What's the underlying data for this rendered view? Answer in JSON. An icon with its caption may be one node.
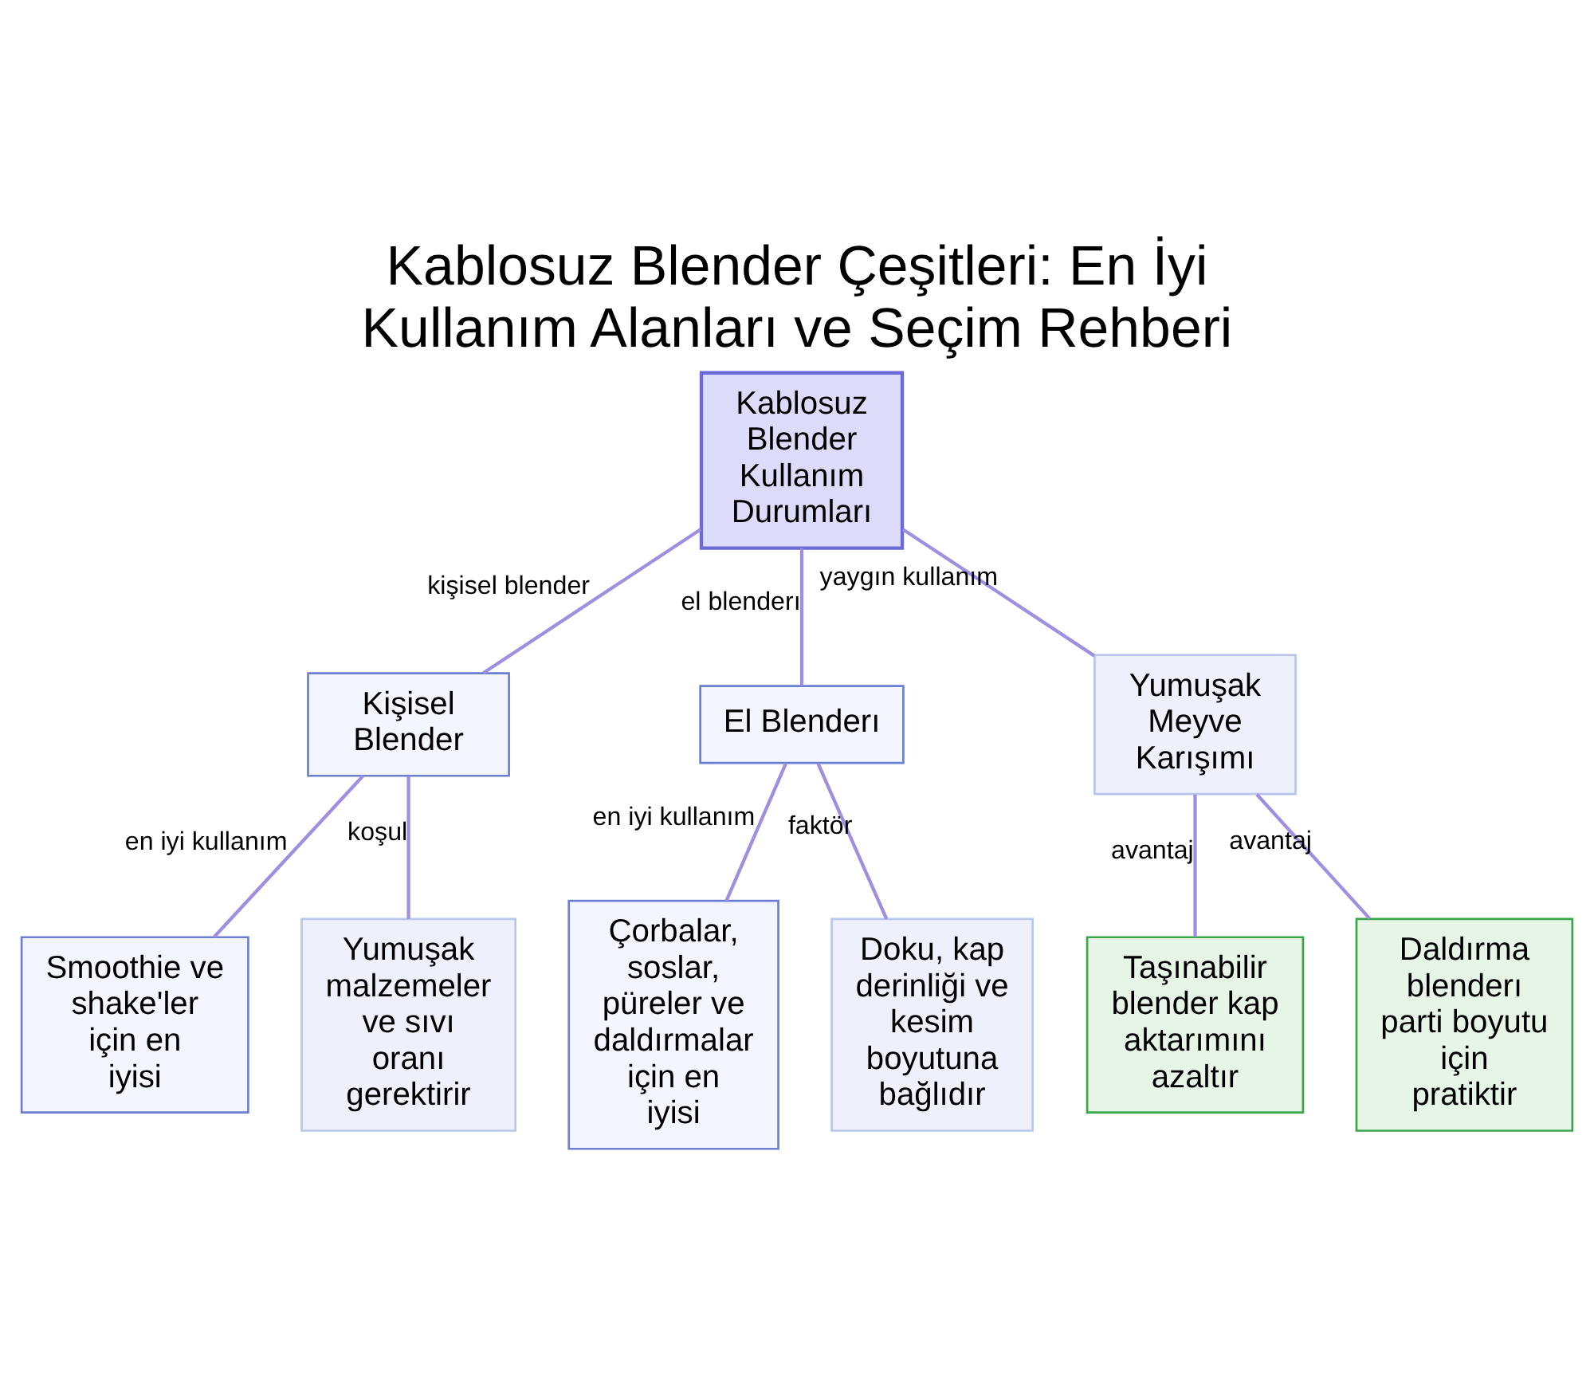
{
  "diagram": {
    "title": "Kablosuz Blender Çeşitleri: En İyi Kullanım Alanları ve Seçim Rehberi",
    "nodes": [
      {
        "text": [
          "Kablosuz Blender Kullanım Durumları"
        ]
      },
      {
        "text": [
          "Kişisel Blender"
        ]
      },
      {
        "text": [
          "El Blenderı"
        ]
      },
      {
        "text": [
          "Yumuşak Meyve Karışımı"
        ]
      },
      {
        "text": [
          "Smoothie ve shake'ler için en iyisi"
        ]
      },
      {
        "text": [
          "Yumuşak malzemeler ve sıvı oranı gerektirir"
        ]
      },
      {
        "text": [
          "Çorbalar, soslar, püreler ve daldırmalar için en iyisi"
        ]
      },
      {
        "text": [
          "Doku, kap derinliği ve kesim boyutuna bağlıdır"
        ]
      },
      {
        "text": [
          "Taşınabilir blender kap aktarımını azaltır"
        ]
      },
      {
        "text": [
          "Daldırma blenderı parti boyutu için pratiktir"
        ]
      }
    ],
    "edges": [
      {
        "from": 0,
        "to": 1,
        "arrow": "none",
        "label": "kişisel blender"
      },
      {
        "from": 0,
        "to": 2,
        "arrow": "none",
        "label": "el blenderı"
      },
      {
        "from": 0,
        "to": 3,
        "arrow": "none",
        "label": "yaygın kullanım"
      },
      {
        "from": 1,
        "to": 4,
        "arrow": "none",
        "label": "en iyi kullanım"
      },
      {
        "from": 1,
        "to": 5,
        "arrow": "none",
        "label": "koşul"
      },
      {
        "from": 2,
        "to": 6,
        "arrow": "none",
        "label": "en iyi kullanım"
      },
      {
        "from": 2,
        "to": 7,
        "arrow": "none",
        "label": "faktör"
      },
      {
        "from": 3,
        "to": 8,
        "arrow": "none",
        "label": "avantaj"
      },
      {
        "from": 3,
        "to": 9,
        "arrow": "none",
        "label": "avantaj"
      }
    ]
  }
}
